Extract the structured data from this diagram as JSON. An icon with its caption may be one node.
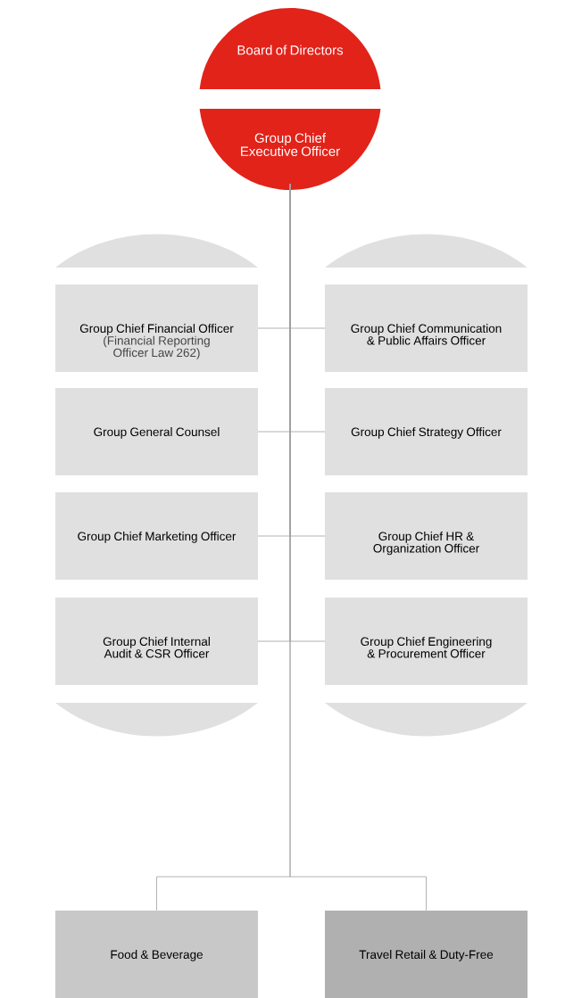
{
  "diagram": {
    "nodes": [
      {
        "text": [
          "Board of Directors"
        ]
      },
      {
        "text": [
          "Group Chief Executive Officer"
        ]
      },
      {
        "text": [
          "Group Chief Financial Officer",
          "(Financial Reporting Officer Law 262)"
        ]
      },
      {
        "text": [
          "Group Chief Communication & Public Affairs Officer"
        ]
      },
      {
        "text": [
          "Group General Counsel"
        ]
      },
      {
        "text": [
          "Group Chief Strategy Officer"
        ]
      },
      {
        "text": [
          "Group Chief Marketing Officer"
        ]
      },
      {
        "text": [
          "Group Chief HR & Organization Officer"
        ]
      },
      {
        "text": [
          "Group Chief Internal Audit & CSR Officer"
        ]
      },
      {
        "text": [
          "Group Chief Engineering & Procurement Officer"
        ]
      },
      {
        "text": [
          "Food & Beverage"
        ]
      },
      {
        "text": [
          "Travel Retail & Duty-Free"
        ]
      }
    ],
    "edges": [
      {
        "from": 1,
        "to": 2,
        "arrow": "none"
      },
      {
        "from": 1,
        "to": 3,
        "arrow": "none"
      },
      {
        "from": 1,
        "to": 4,
        "arrow": "none"
      },
      {
        "from": 1,
        "to": 5,
        "arrow": "none"
      },
      {
        "from": 1,
        "to": 6,
        "arrow": "none"
      },
      {
        "from": 1,
        "to": 7,
        "arrow": "none"
      },
      {
        "from": 1,
        "to": 8,
        "arrow": "none"
      },
      {
        "from": 1,
        "to": 9,
        "arrow": "none"
      },
      {
        "from": 1,
        "to": 10,
        "arrow": "none"
      },
      {
        "from": 1,
        "to": 11,
        "arrow": "none"
      }
    ]
  }
}
